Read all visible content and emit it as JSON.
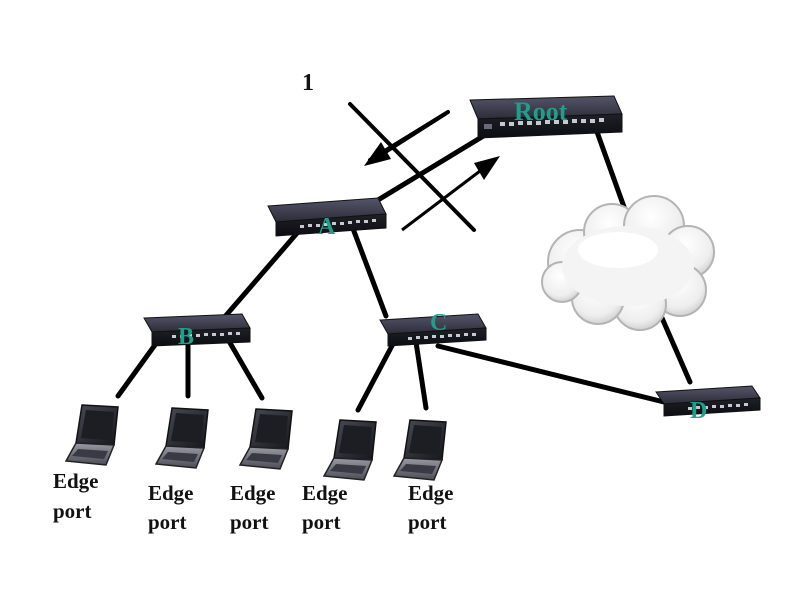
{
  "marker": {
    "label": "1"
  },
  "switches": {
    "root": {
      "label": "Root"
    },
    "a": {
      "label": "A"
    },
    "b": {
      "label": "B"
    },
    "c": {
      "label": "C"
    },
    "d": {
      "label": "D"
    }
  },
  "edge_ports": [
    {
      "line1": "Edge",
      "line2": "port"
    },
    {
      "line1": "Edge",
      "line2": "port"
    },
    {
      "line1": "Edge",
      "line2": "port"
    },
    {
      "line1": "Edge",
      "line2": "port"
    },
    {
      "line1": "Edge",
      "line2": "port"
    }
  ],
  "colors": {
    "switch_label": "#1f9e8a",
    "link": "#000000",
    "switch_body": "#2b2b36",
    "cloud_fill": "#ececec",
    "cloud_stroke": "#b8b8b8"
  },
  "icons": {
    "switch": "network-switch-icon",
    "laptop": "laptop-icon",
    "cloud": "network-cloud-icon"
  }
}
